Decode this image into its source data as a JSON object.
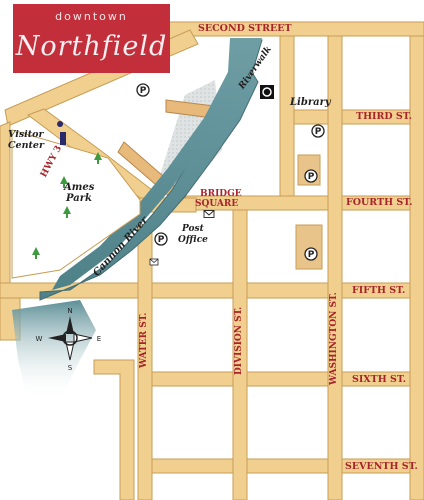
{
  "logo": {
    "top": "downtown",
    "main": "Northfield"
  },
  "streets": {
    "second": "SECOND STREET",
    "third": "THIRD ST.",
    "fourth": "FOURTH ST.",
    "fifth": "FIFTH ST.",
    "sixth": "SIXTH ST.",
    "seventh": "SEVENTH ST.",
    "water": "WATER ST.",
    "division": "DIVISION ST.",
    "washington": "WASHINGTON ST.",
    "hwy3": "HWY 3"
  },
  "places": {
    "riverwalk": "Riverwalk",
    "library": "Library",
    "visitor_center": [
      "Visitor",
      "Center"
    ],
    "ames_park": [
      "Ames",
      "Park"
    ],
    "cannon_river": "Cannon River",
    "bridge_square": [
      "BRIDGE",
      "SQUARE"
    ],
    "post_office": [
      "Post",
      "Office"
    ]
  },
  "compass": {
    "n": "N",
    "s": "S",
    "e": "E",
    "w": "W"
  },
  "icons": {
    "parking": "P",
    "info": "i"
  },
  "colors": {
    "road": "#f1cf8f",
    "road_edge": "#c79d55",
    "river": "#5d8f97",
    "logo_bg": "#c22f3b",
    "street_label": "#a8242b",
    "park_tree": "#3e9a3e"
  }
}
